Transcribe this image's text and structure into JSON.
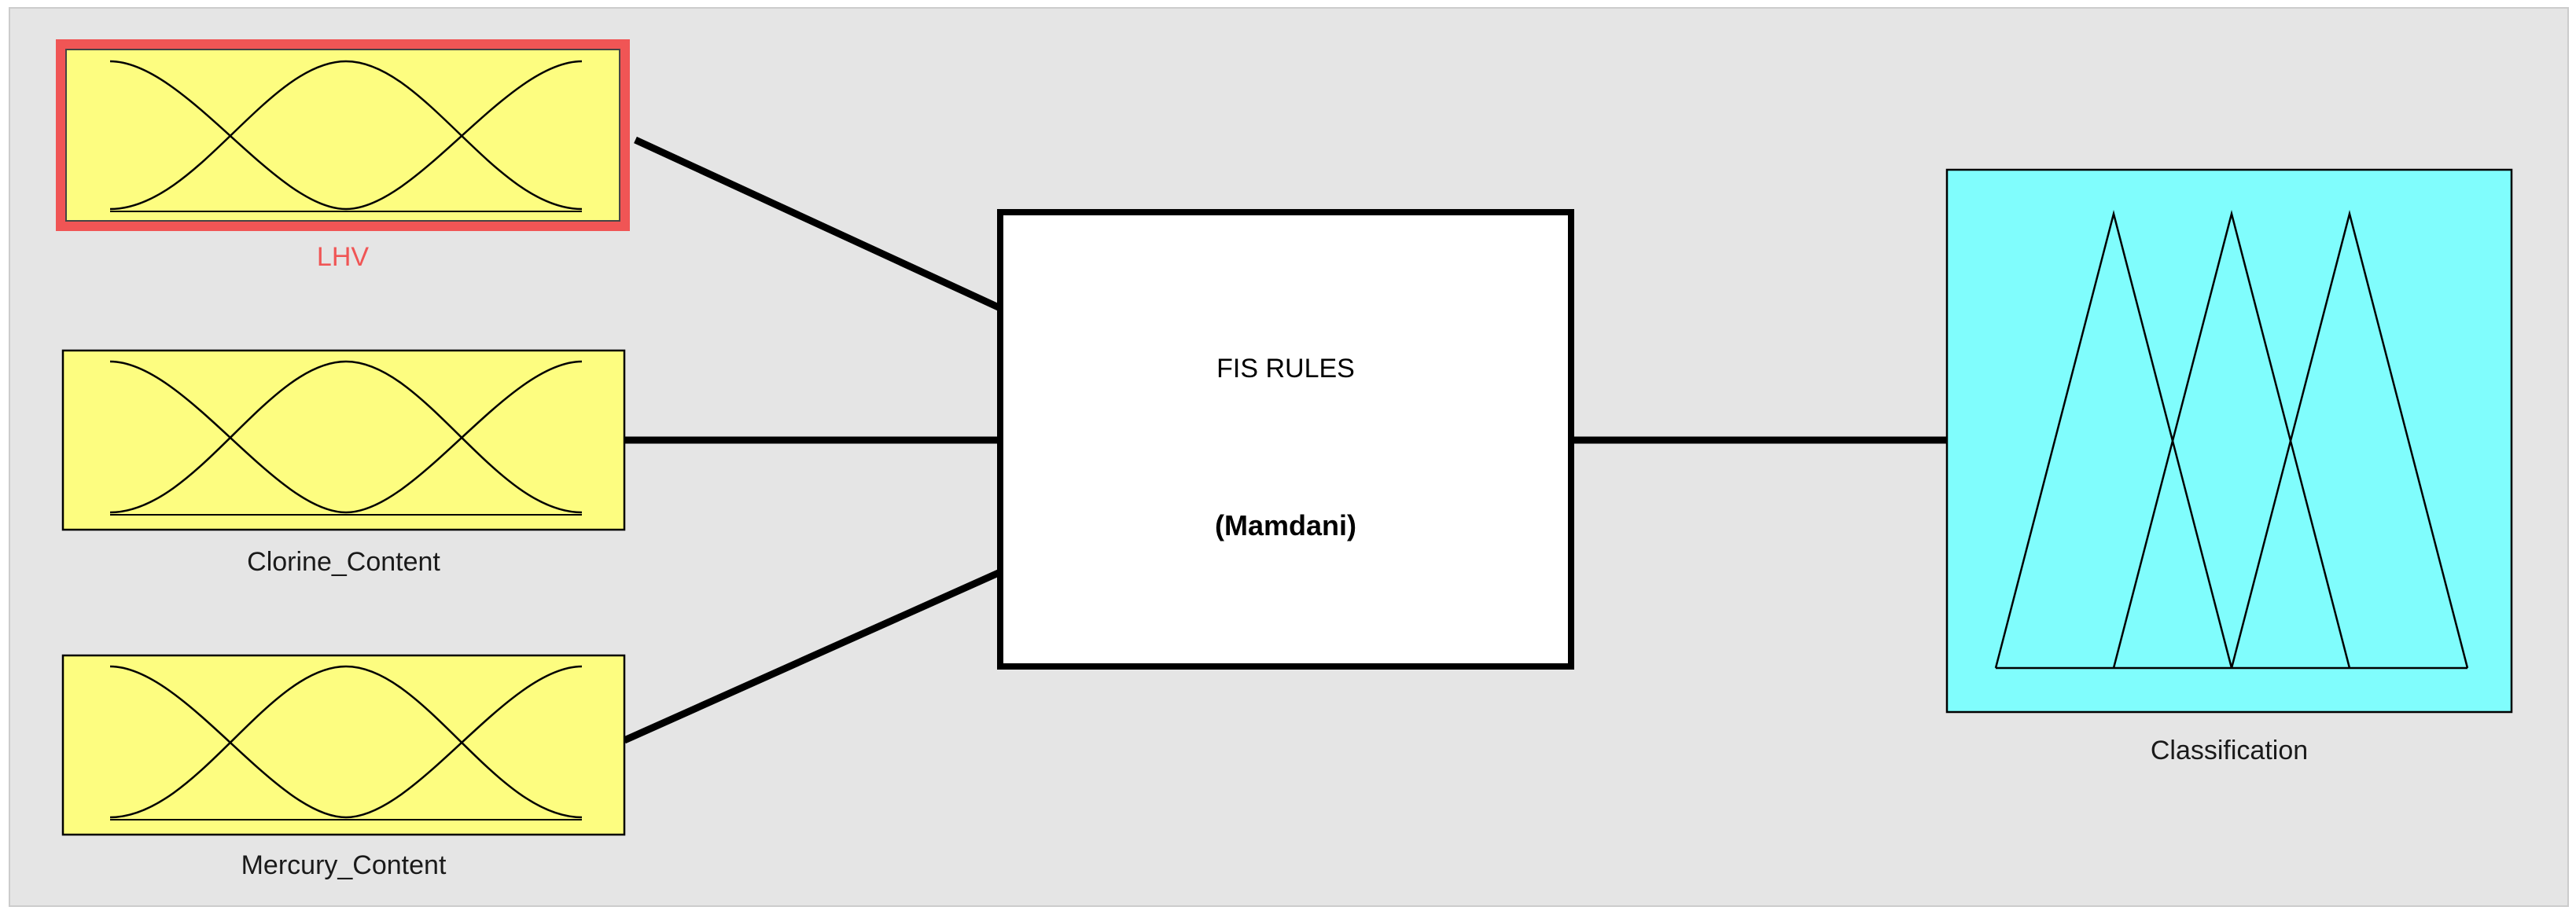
{
  "colors": {
    "background": "#e5e5e5",
    "input_fill": "#fdfd80",
    "output_fill": "#80fdfd",
    "rule_fill": "#ffffff",
    "selected_border": "#f05555",
    "line": "#000000"
  },
  "inputs": [
    {
      "label": "LHV",
      "selected": true
    },
    {
      "label": "Clorine_Content",
      "selected": false
    },
    {
      "label": "Mercury_Content",
      "selected": false
    }
  ],
  "rules_block": {
    "title": "FIS RULES",
    "method": "(Mamdani)"
  },
  "output": {
    "label": "Classification"
  }
}
